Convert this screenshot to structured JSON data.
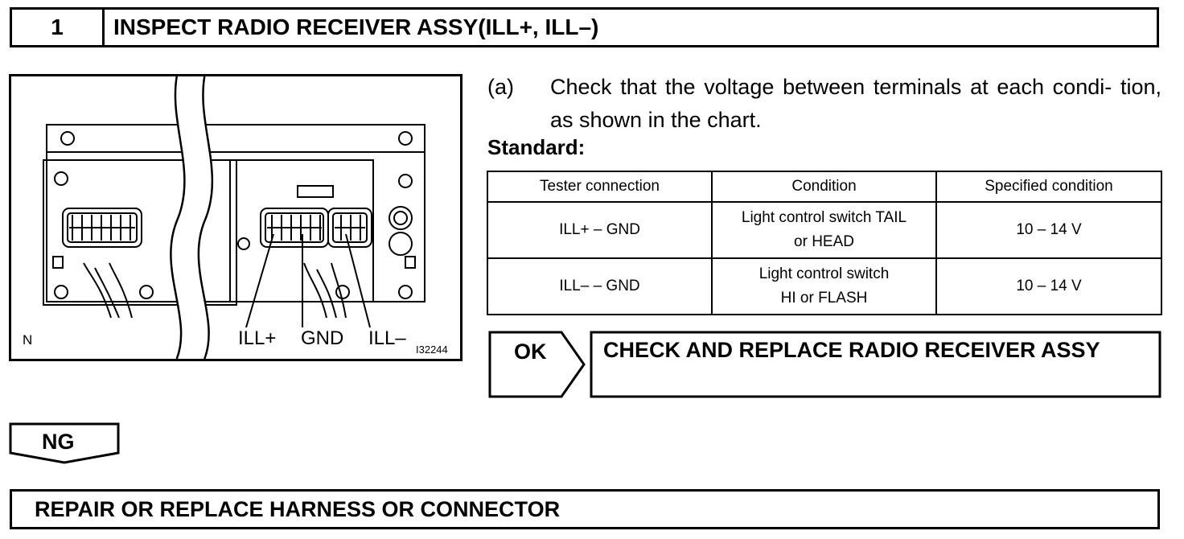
{
  "step": {
    "number": "1",
    "title": "INSPECT RADIO RECEIVER ASSY(ILL+, ILL–)"
  },
  "figure": {
    "labels": {
      "ill_plus": "ILL+",
      "gnd": "GND",
      "ill_minus": "ILL–"
    },
    "corner_mark": "N",
    "figure_id": "I32244"
  },
  "instruction": {
    "marker": "(a)",
    "text": "Check that the voltage between terminals at each condi- tion, as shown in the chart."
  },
  "standard_label": "Standard:",
  "spec_table": {
    "headers": [
      "Tester connection",
      "Condition",
      "Specified condition"
    ],
    "rows": [
      {
        "connection": "ILL+ – GND",
        "condition_line1": "Light control switch TAIL",
        "condition_line2": "or HEAD",
        "spec": "10 – 14 V"
      },
      {
        "connection": "ILL– – GND",
        "condition_line1": "Light control switch",
        "condition_line2": "HI or FLASH",
        "spec": "10 – 14 V"
      }
    ]
  },
  "ok_branch": {
    "label": "OK",
    "action": "CHECK AND REPLACE RADIO RECEIVER ASSY"
  },
  "ng_branch": {
    "label": "NG"
  },
  "final_action": "REPAIR OR REPLACE HARNESS OR CONNECTOR"
}
